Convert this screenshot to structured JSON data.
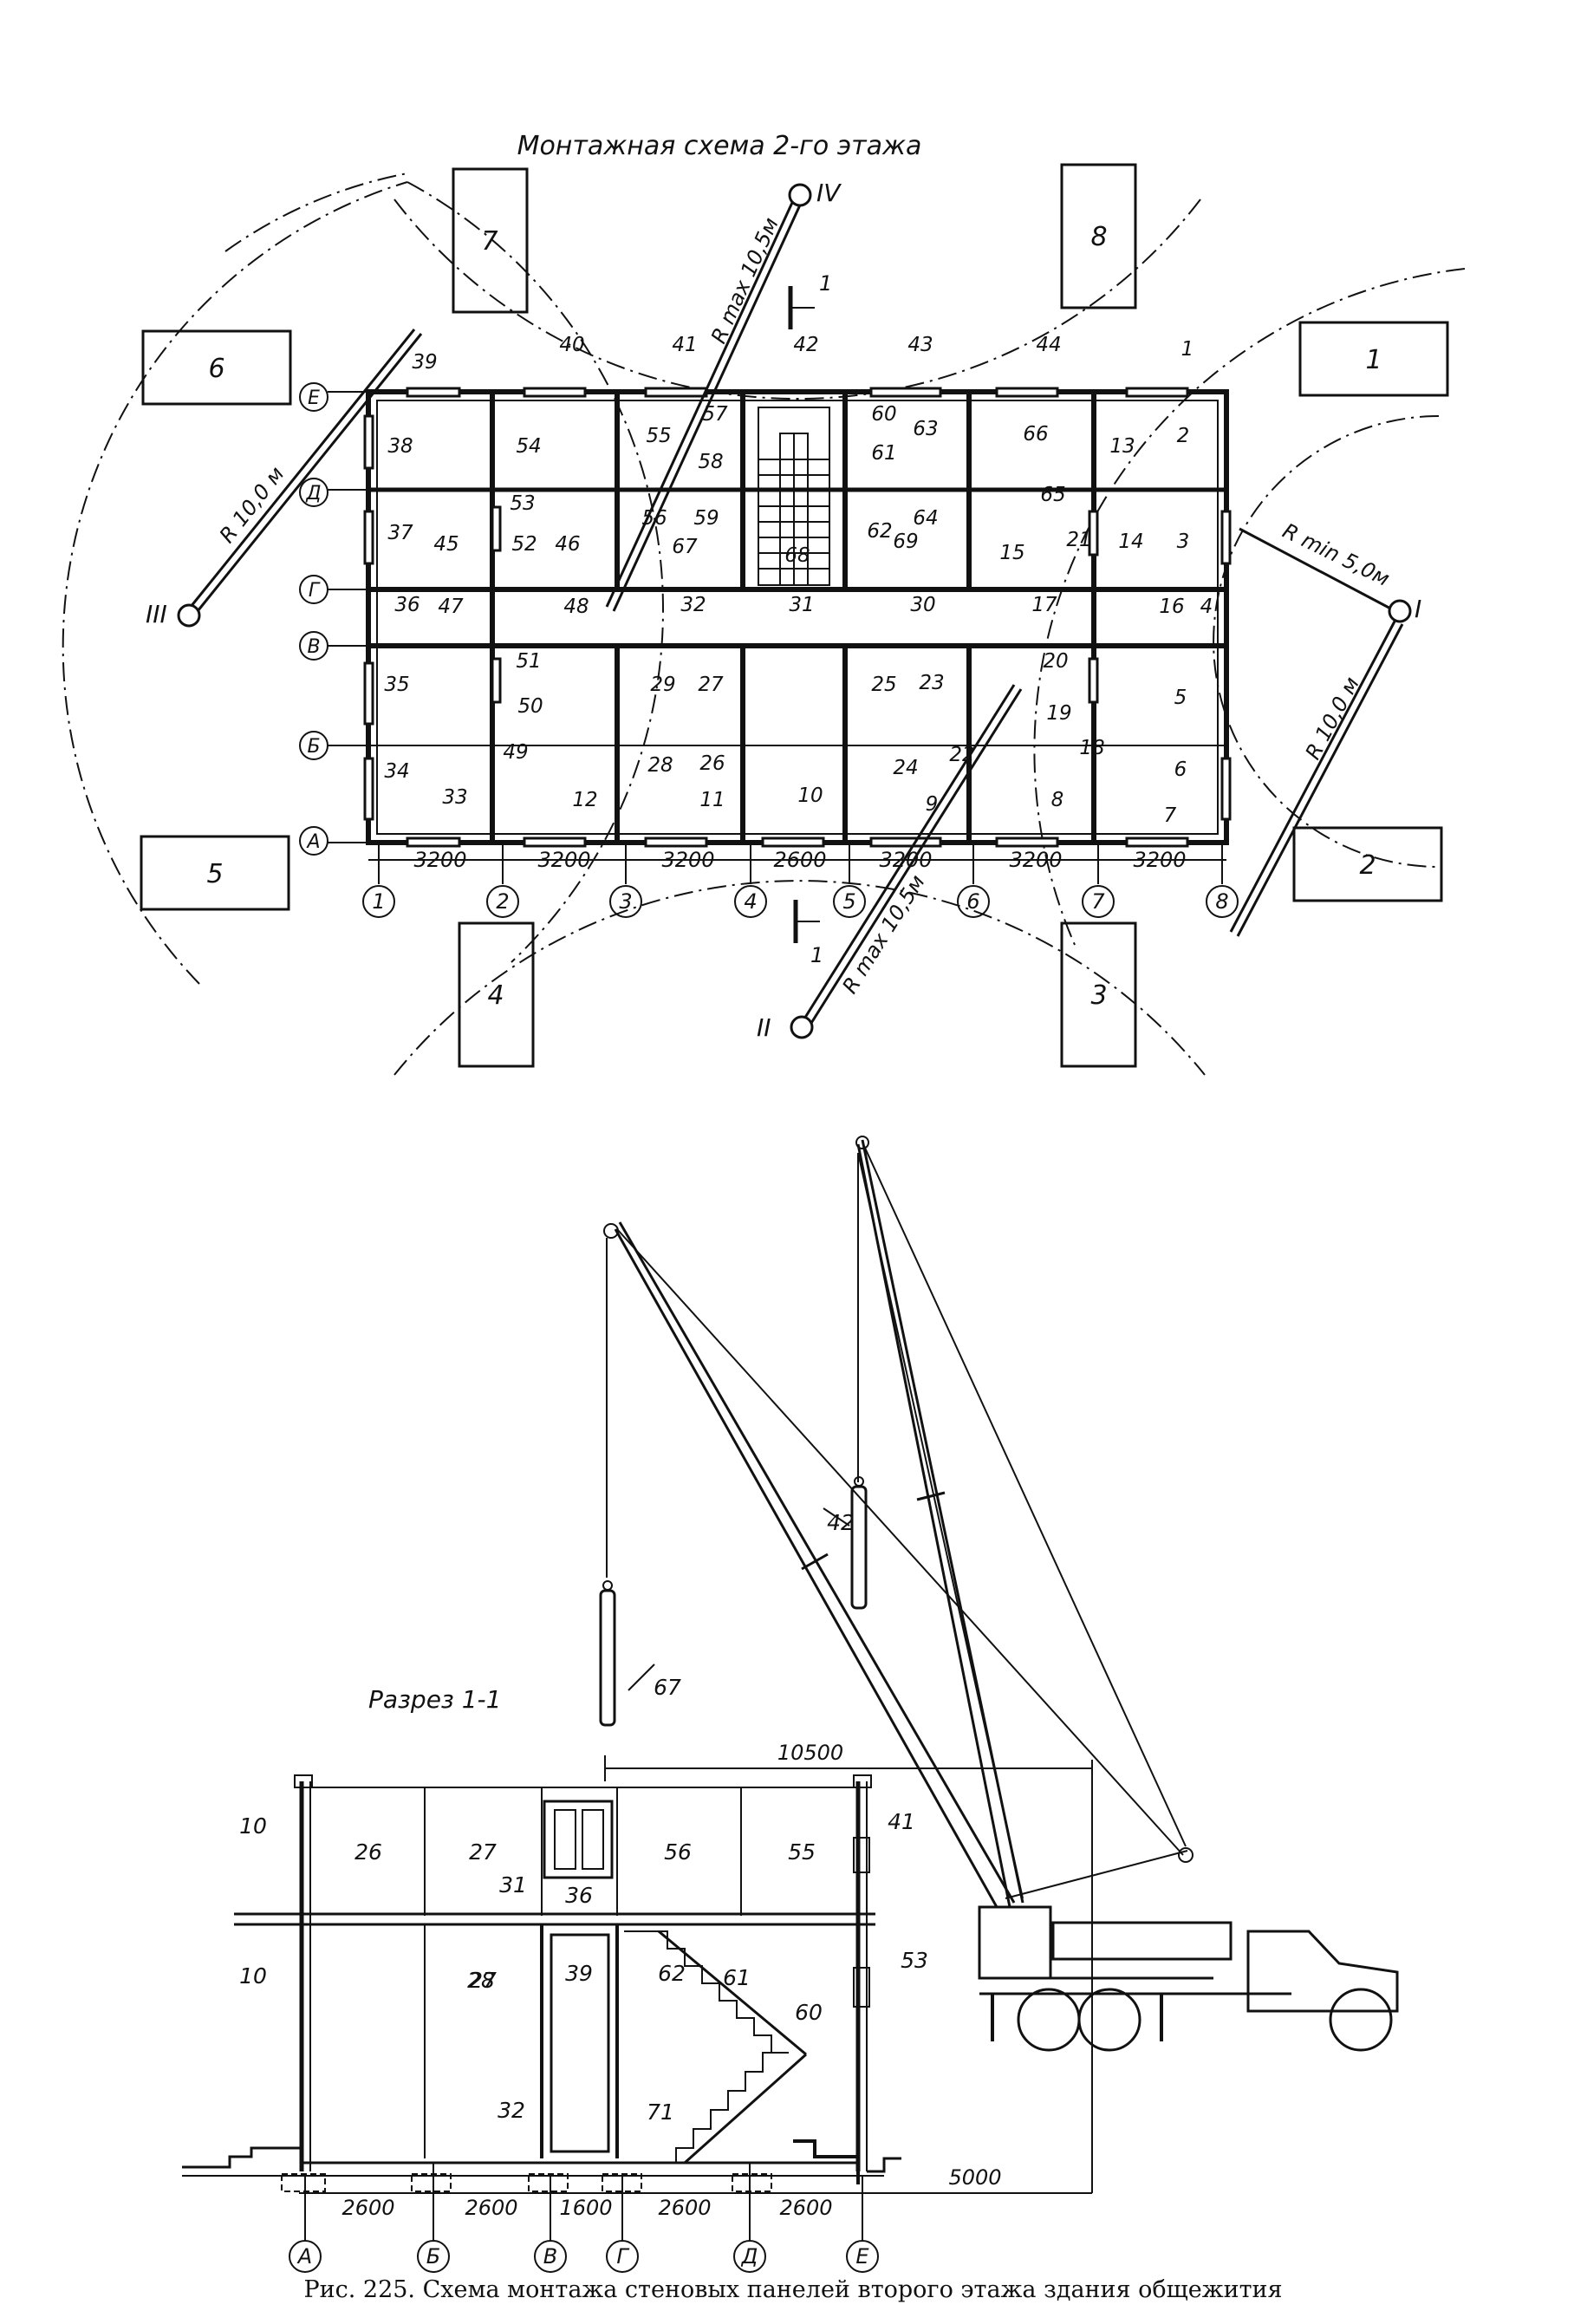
{
  "plan": {
    "title": "Монтажная схема 2-го этажа",
    "axes_letters": [
      "А",
      "Б",
      "В",
      "Г",
      "Д",
      "Е"
    ],
    "axes_numbers": [
      "1",
      "2",
      "3",
      "4",
      "5",
      "6",
      "7",
      "8"
    ],
    "bay_dims": [
      "3200",
      "3200",
      "3200",
      "2600",
      "3200",
      "3200",
      "3200"
    ],
    "stockpiles": [
      "1",
      "2",
      "3",
      "4",
      "5",
      "6",
      "7",
      "8"
    ],
    "crane_stops": [
      "I",
      "II",
      "III",
      "IV"
    ],
    "radius_labels": [
      "R 10,0 м",
      "R max 10,5м",
      "R max 10,5м",
      "R min 5,0м",
      "R 10,0 м"
    ],
    "section_mark": "1",
    "panels": [
      "1",
      "2",
      "3",
      "4",
      "5",
      "6",
      "7",
      "8",
      "9",
      "10",
      "11",
      "12",
      "13",
      "14",
      "15",
      "16",
      "17",
      "18",
      "19",
      "20",
      "21",
      "22",
      "23",
      "24",
      "25",
      "26",
      "27",
      "28",
      "29",
      "30",
      "31",
      "32",
      "33",
      "34",
      "35",
      "36",
      "37",
      "38",
      "39",
      "40",
      "41",
      "42",
      "43",
      "44",
      "45",
      "46",
      "47",
      "48",
      "49",
      "50",
      "51",
      "52",
      "53",
      "54",
      "55",
      "56",
      "57",
      "58",
      "59",
      "60",
      "61",
      "62",
      "63",
      "64",
      "65",
      "66",
      "67",
      "68",
      "69"
    ]
  },
  "section": {
    "title": "Разрез 1-1",
    "reach": "10500",
    "outrigger": "5000",
    "dims": [
      "2600",
      "2600",
      "1600",
      "2600",
      "2600"
    ],
    "axes": [
      "А",
      "Б",
      "В",
      "Г",
      "Д",
      "Е"
    ],
    "panels": [
      "10",
      "10",
      "26",
      "27",
      "36",
      "56",
      "55",
      "41",
      "31",
      "27",
      "28",
      "39",
      "62",
      "61",
      "60",
      "53",
      "32",
      "71",
      "67",
      "42"
    ]
  },
  "caption": "Рис. 225. Схема монтажа стеновых панелей второго этажа здания общежития"
}
